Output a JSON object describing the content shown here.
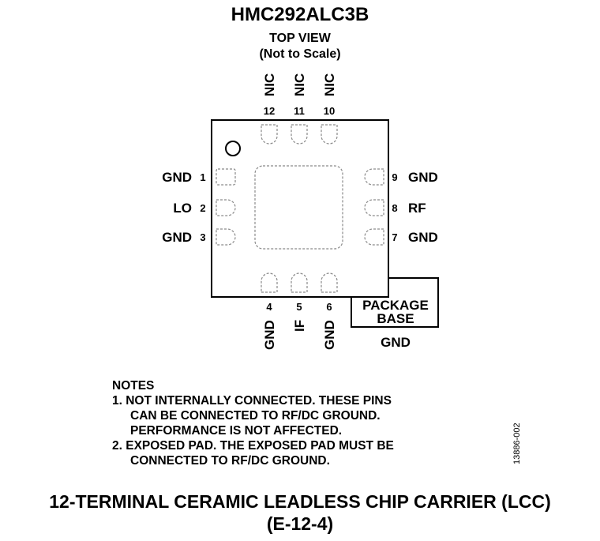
{
  "title": "HMC292ALC3B",
  "view": {
    "line1": "TOP VIEW",
    "line2": "(Not to Scale)"
  },
  "pins": {
    "p1": {
      "num": "1",
      "label": "GND"
    },
    "p2": {
      "num": "2",
      "label": "LO"
    },
    "p3": {
      "num": "3",
      "label": "GND"
    },
    "p4": {
      "num": "4",
      "label": "GND"
    },
    "p5": {
      "num": "5",
      "label": "IF"
    },
    "p6": {
      "num": "6",
      "label": "GND"
    },
    "p7": {
      "num": "7",
      "label": "GND"
    },
    "p8": {
      "num": "8",
      "label": "RF"
    },
    "p9": {
      "num": "9",
      "label": "GND"
    },
    "p10": {
      "num": "10",
      "label": "NIC"
    },
    "p11": {
      "num": "11",
      "label": "NIC"
    },
    "p12": {
      "num": "12",
      "label": "NIC"
    }
  },
  "package_base": {
    "line1": "PACKAGE",
    "line2": "BASE",
    "label": "GND"
  },
  "notes": {
    "heading": "NOTES",
    "lines": [
      "1. NOT INTERNALLY CONNECTED. THESE PINS",
      "CAN BE CONNECTED TO RF/DC GROUND.",
      "PERFORMANCE IS NOT AFFECTED.",
      "2. EXPOSED PAD. THE EXPOSED PAD MUST BE",
      "CONNECTED TO RF/DC GROUND."
    ]
  },
  "figure_code": "13886-002",
  "footer": {
    "line1": "12-TERMINAL CERAMIC LEADLESS CHIP CARRIER (LCC)",
    "line2": "(E-12-4)"
  }
}
